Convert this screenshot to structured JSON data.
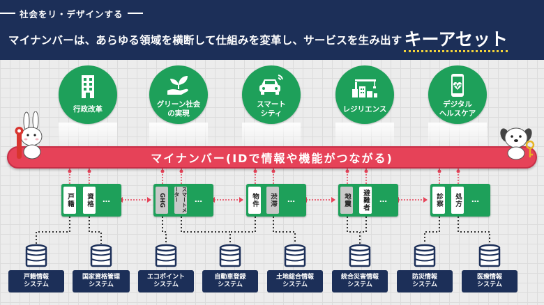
{
  "header": {
    "kicker": "社会をリ・デザインする",
    "headline_main": "マイナンバーは、あらゆる領域を横断して仕組みを変革し、サービスを生み出す",
    "headline_accent": "キーアセット"
  },
  "domains": [
    {
      "label": "行政改革",
      "icon": "government-building-icon"
    },
    {
      "label": "グリーン社会\nの実現",
      "icon": "hand-plant-icon"
    },
    {
      "label": "スマート\nシティ",
      "icon": "connected-car-icon"
    },
    {
      "label": "レジリエンス",
      "icon": "crane-city-icon"
    },
    {
      "label": "デジタル\nヘルスケア",
      "icon": "smartphone-heart-icon"
    }
  ],
  "bar_label": "マイナンバー(IDで情報や機能がつながる)",
  "hubs": [
    {
      "cards": [
        "戸籍",
        "資格"
      ],
      "more": "…"
    },
    {
      "cards": [
        "GHG",
        "スマートメーター"
      ],
      "more": "…"
    },
    {
      "cards": [
        "物件",
        "渋滞"
      ],
      "more": "…"
    },
    {
      "cards": [
        "地震",
        "避難者"
      ],
      "more": "…"
    },
    {
      "cards": [
        "診察",
        "処方"
      ],
      "more": "…"
    }
  ],
  "systems": [
    "戸籍情報\nシステム",
    "国家資格管理\nシステム",
    "エコポイント\nシステム",
    "自動車登録\nシステム",
    "土地総合情報\nシステム",
    "統合災害情報\nシステム",
    "防災情報\nシステム",
    "医療情報\nシステム"
  ],
  "colors": {
    "navy": "#1c2f58",
    "green": "#1ea05a",
    "red": "#e64258",
    "accent_yellow": "#f2d33a"
  }
}
